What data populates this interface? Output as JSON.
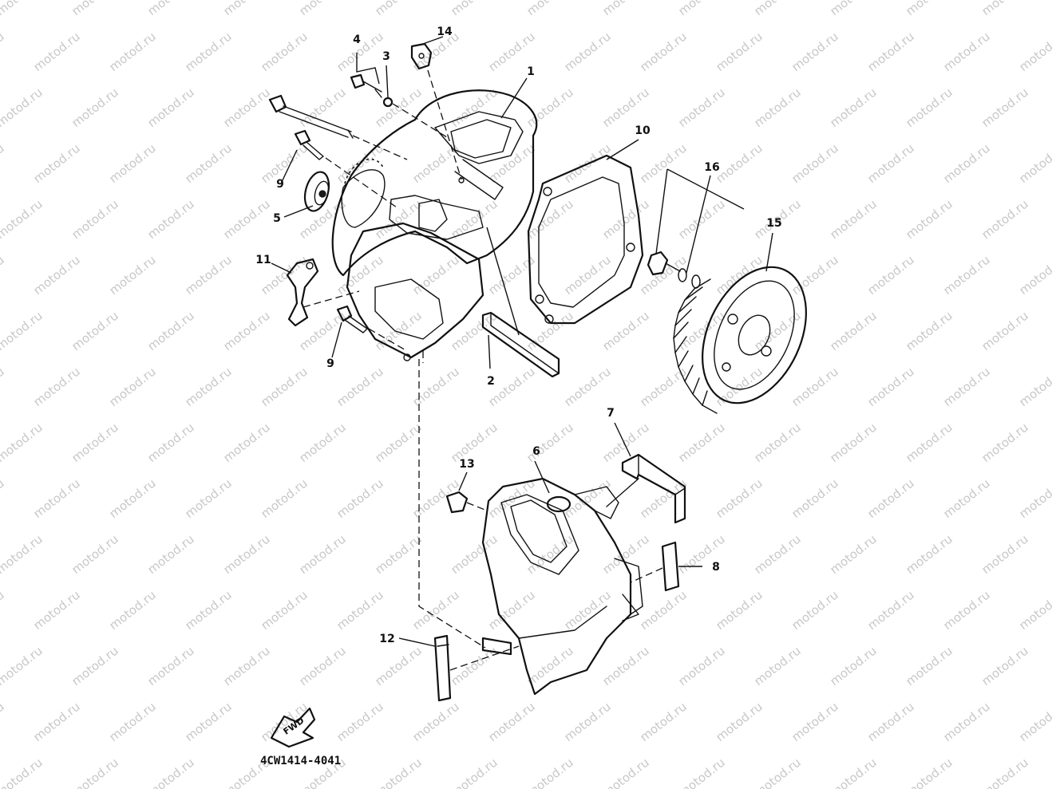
{
  "watermark": {
    "text": "motod.ru"
  },
  "drawing_code": "4CW1414-4041",
  "direction_arrow": {
    "label": "FWD"
  },
  "callouts": [
    {
      "id": "1",
      "label": "1"
    },
    {
      "id": "2",
      "label": "2"
    },
    {
      "id": "3",
      "label": "3"
    },
    {
      "id": "4",
      "label": "4"
    },
    {
      "id": "5",
      "label": "5"
    },
    {
      "id": "6",
      "label": "6"
    },
    {
      "id": "7",
      "label": "7"
    },
    {
      "id": "8",
      "label": "8"
    },
    {
      "id": "9a",
      "label": "9"
    },
    {
      "id": "9b",
      "label": "9"
    },
    {
      "id": "10",
      "label": "10"
    },
    {
      "id": "11",
      "label": "11"
    },
    {
      "id": "12",
      "label": "12"
    },
    {
      "id": "13",
      "label": "13"
    },
    {
      "id": "14",
      "label": "14"
    },
    {
      "id": "15",
      "label": "15"
    },
    {
      "id": "16",
      "label": "16"
    }
  ]
}
